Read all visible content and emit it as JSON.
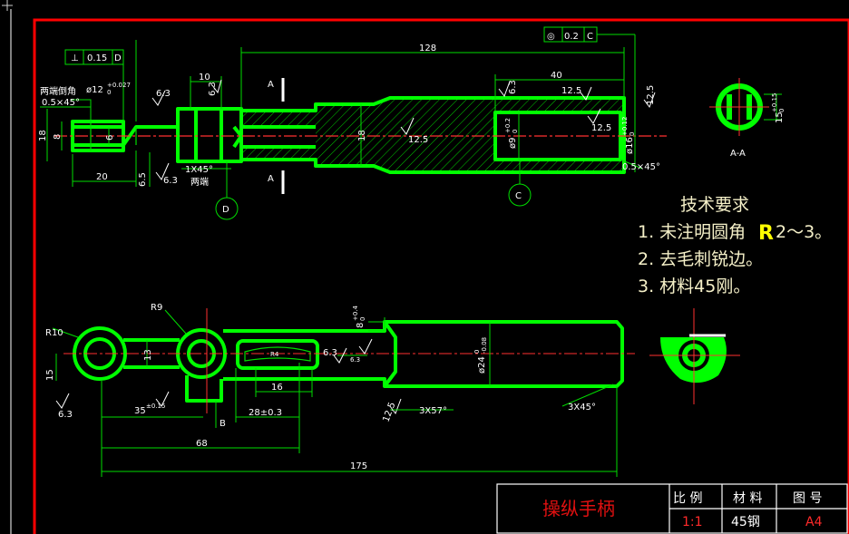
{
  "colors": {
    "background": "#000000",
    "frame": "#ff0000",
    "part_outline": "#00ff00",
    "thin_line": "#00dd00",
    "center_line": "#ff3030",
    "text": "#ffffff",
    "requirements_text": "#f5f0c8",
    "highlight": "#ffff00"
  },
  "top_view": {
    "perpendicularity": {
      "symbol": "⊥",
      "value": "0.15",
      "datum": "D"
    },
    "concentricity": {
      "symbol": "◎",
      "value": "0.2",
      "datum": "C"
    },
    "chamfer_note_left": "两端倒角",
    "chamfer_left": "0.5×45°",
    "dia12": "ø12",
    "dia12_tol": "+0.027",
    "dia12_tol_low": "0",
    "dims": {
      "overall": "128",
      "d40": "40",
      "d10": "10",
      "d20": "20",
      "d65": "6.5",
      "d18_left": "18",
      "d8": "8",
      "d18_mid": "18",
      "d6": "6",
      "d9": "ø9",
      "d9_tol": "+0.2",
      "d9_tol_low": "0",
      "d16": "ø16",
      "d16_tol": "+0.12",
      "d16_tol_low": "0",
      "chamfer_right": "0.5×45°",
      "chamfer_mid": "1X45°",
      "both_ends": "两端"
    },
    "roughness": [
      "6.3",
      "6.3",
      "6.3",
      "12.5",
      "12.5",
      "6.3",
      "12.5",
      "12.5"
    ],
    "section_markers": [
      "A",
      "A"
    ],
    "datums": [
      "D",
      "C"
    ]
  },
  "section_view": {
    "label": "A-A",
    "dim": "15",
    "dim_tol": "+0.15",
    "dim_tol_low": "0"
  },
  "requirements": {
    "title": "技术要求",
    "items": [
      "1. 未注明圆角",
      "2. 去毛刺锐边。",
      "3. 材料45刚。"
    ],
    "item1_highlight": "R",
    "item1_tail": "2～3。"
  },
  "bottom_view": {
    "labels": {
      "r10": "R10",
      "r9": "R9",
      "r4": "R4",
      "d13": "13",
      "d15": "15",
      "d35": "35",
      "d35_tol": "±0.15",
      "d16": "16",
      "d28": "28±0.3",
      "d68": "68",
      "d175": "175",
      "d8": "8",
      "d8_tol": "+0.4",
      "d8_tol_low": "0",
      "d24": "ø24",
      "d24_tol": "0",
      "d24_tol_low": "-0.08",
      "chamfer_3x57": "3X57°",
      "chamfer_3x45": "3X45°",
      "datum_b": "B"
    },
    "roughness": [
      "6.3",
      "6.3",
      "6.3",
      "12.5"
    ]
  },
  "title_block": {
    "part_name": "操纵手柄",
    "headers": [
      "比 例",
      "材 料",
      "图 号"
    ],
    "values": [
      "1:1",
      "45钢",
      "A4"
    ]
  }
}
